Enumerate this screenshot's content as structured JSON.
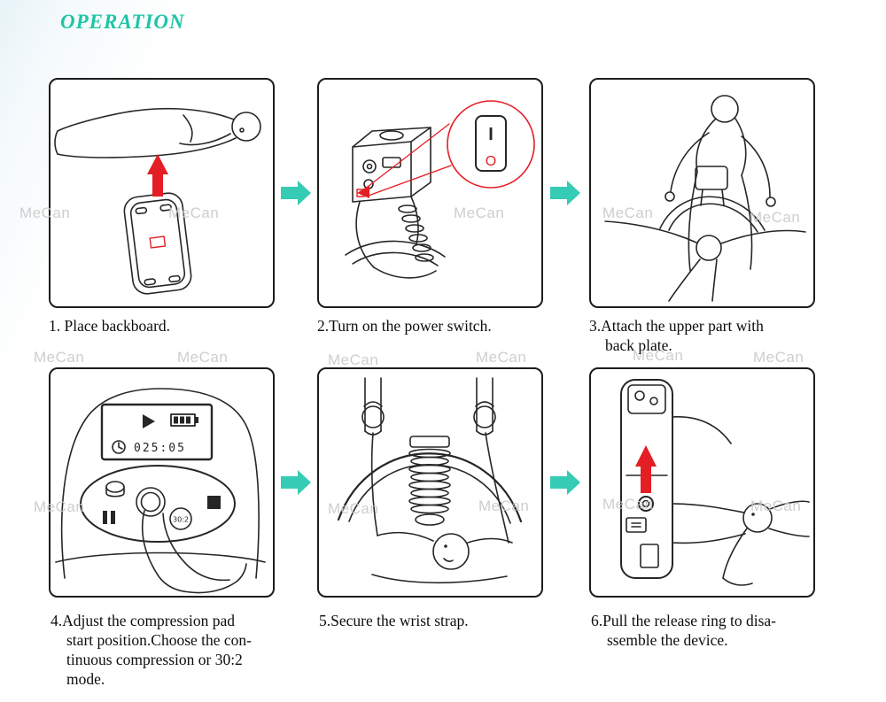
{
  "page": {
    "title": "OPERATION",
    "watermark_text": "MeCan"
  },
  "colors": {
    "title_teal": "#1dc5a6",
    "arrow_teal": "#35cbb4",
    "alert_red": "#e31e24",
    "line_color": "#262626",
    "watermark_gray": "#c9c9c9"
  },
  "steps": [
    {
      "caption": "1. Place backboard."
    },
    {
      "caption": "2.Turn on the power switch."
    },
    {
      "caption": "3.Attach the upper part with\nback plate."
    },
    {
      "caption": "4.Adjust the compression pad\nstart position.Choose the con-\ntinuous compression or 30:2\nmode."
    },
    {
      "caption": "5.Secure the wrist strap."
    },
    {
      "caption": "6.Pull the release ring to disa-\nssemble the device."
    }
  ],
  "device_display": {
    "time": "025:05",
    "mode_button_label": "30:2"
  },
  "power_switch": {
    "on_symbol": "I",
    "off_symbol": "O"
  }
}
